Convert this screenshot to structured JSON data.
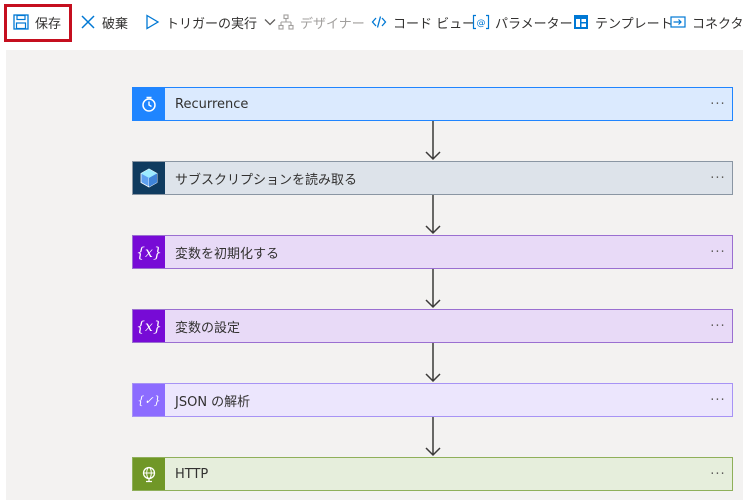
{
  "toolbar": {
    "save": {
      "label": "保存",
      "icon": "save-icon"
    },
    "discard": {
      "label": "破棄",
      "icon": "close-icon"
    },
    "run_trigger": {
      "label": "トリガーの実行",
      "icon": "play-icon"
    },
    "designer": {
      "label": "デザイナー",
      "icon": "hierarchy-icon"
    },
    "code_view": {
      "label": "コード ビュー",
      "icon": "code-icon"
    },
    "parameters": {
      "label": "パラメーター",
      "icon": "parameters-icon"
    },
    "templates": {
      "label": "テンプレート",
      "icon": "template-icon"
    },
    "connectors": {
      "label": "コネクタ",
      "icon": "connector-icon"
    }
  },
  "steps": [
    {
      "title": "Recurrence",
      "icon": "clock-icon",
      "accent": "#1f85ff",
      "bg": "#dbeafe",
      "border": "#1f85ff",
      "more": "···"
    },
    {
      "title": "サブスクリプションを読み取る",
      "icon": "cube-icon",
      "accent": "#0f3b5f",
      "bg": "#dde3ea",
      "border": "#8a96a3",
      "more": "···"
    },
    {
      "title": "変数を初期化する",
      "icon": "variable-icon",
      "accent": "#770bd6",
      "bg": "#e8daf7",
      "border": "#9a6fd1",
      "more": "···"
    },
    {
      "title": "変数の設定",
      "icon": "variable-icon",
      "accent": "#770bd6",
      "bg": "#e8daf7",
      "border": "#9a6fd1",
      "more": "···"
    },
    {
      "title": "JSON の解析",
      "icon": "json-variable-icon",
      "accent": "#8c6cff",
      "bg": "#ece6fd",
      "border": "#a793f5",
      "more": "···"
    },
    {
      "title": "HTTP",
      "icon": "globe-icon",
      "accent": "#709727",
      "bg": "#e6eedc",
      "border": "#8fb05a",
      "more": "···"
    }
  ]
}
